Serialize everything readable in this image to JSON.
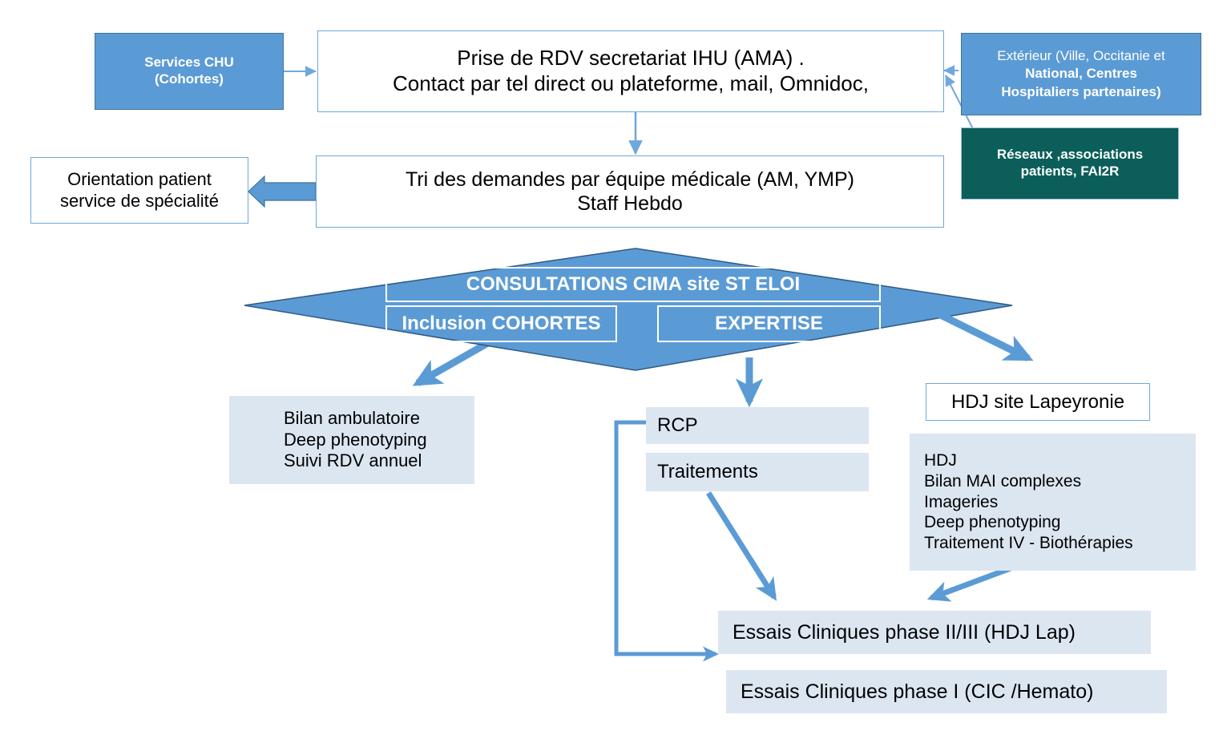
{
  "colors": {
    "accent_blue": "#5b9bd5",
    "accent_blue_border": "#41719c",
    "teal": "#0b5e59",
    "light_blue_fill": "#dce6f1",
    "outline_blue": "#6fa8dc",
    "arrow_blue": "#5b9bd5"
  },
  "nodes": {
    "services_chu": {
      "line1": "Services CHU",
      "line2": "(Cohortes)"
    },
    "prise_rdv": {
      "line1": "Prise de RDV secretariat IHU (AMA) .",
      "line2": "Contact par tel direct ou plateforme, mail, Omnidoc,"
    },
    "exterieur": {
      "line1": "Extérieur (Ville, Occitanie et",
      "line2": "National,  Centres",
      "line3": "Hospitaliers partenaires)"
    },
    "reseaux": {
      "line1": "Réseaux ,associations",
      "line2": "patients, FAI2R"
    },
    "orientation": {
      "line1": "Orientation patient",
      "line2": "service de spécialité"
    },
    "tri_demandes": {
      "line1": "Tri des demandes par équipe médicale (AM, YMP)",
      "line2": "Staff Hebdo"
    },
    "consultations": {
      "label": "CONSULTATIONS CIMA site ST ELOI"
    },
    "inclusion_cohortes": {
      "label": "Inclusion COHORTES"
    },
    "expertise": {
      "label": "EXPERTISE"
    },
    "bilan_ambulatoire": {
      "line1": "Bilan ambulatoire",
      "line2": "Deep phenotyping",
      "line3": "Suivi RDV annuel"
    },
    "rcp": {
      "label": "RCP"
    },
    "traitements": {
      "label": "Traitements"
    },
    "hdj_site": {
      "label": "HDJ site Lapeyronie"
    },
    "hdj_details": {
      "line1": "HDJ",
      "line2": "Bilan MAI complexes",
      "line3": "Imageries",
      "line4": "Deep phenotyping",
      "line5": "Traitement IV - Biothérapies"
    },
    "essais_phase23": {
      "label": "Essais Cliniques phase II/III (HDJ Lap)"
    },
    "essais_phase1": {
      "label": "Essais Cliniques phase I (CIC /Hemato)"
    }
  },
  "connectors": [
    {
      "name": "services-chu-to-prise-rdv",
      "style": "thin-arrow"
    },
    {
      "name": "exterieur-to-prise-rdv",
      "style": "thin-arrow"
    },
    {
      "name": "reseaux-to-prise-rdv",
      "style": "thin-arrow"
    },
    {
      "name": "prise-rdv-to-tri",
      "style": "thin-arrow"
    },
    {
      "name": "tri-to-orientation",
      "style": "block-arrow"
    },
    {
      "name": "inclusion-to-bilan",
      "style": "thick-arrow"
    },
    {
      "name": "diamond-to-rcp",
      "style": "thick-arrow"
    },
    {
      "name": "diamond-to-hdj",
      "style": "thick-arrow"
    },
    {
      "name": "rcp-elbow-to-essais23",
      "style": "elbow-arrow"
    },
    {
      "name": "traitements-to-essais23",
      "style": "thick-arrow"
    },
    {
      "name": "hdj-details-to-essais23",
      "style": "thick-arrow"
    }
  ]
}
